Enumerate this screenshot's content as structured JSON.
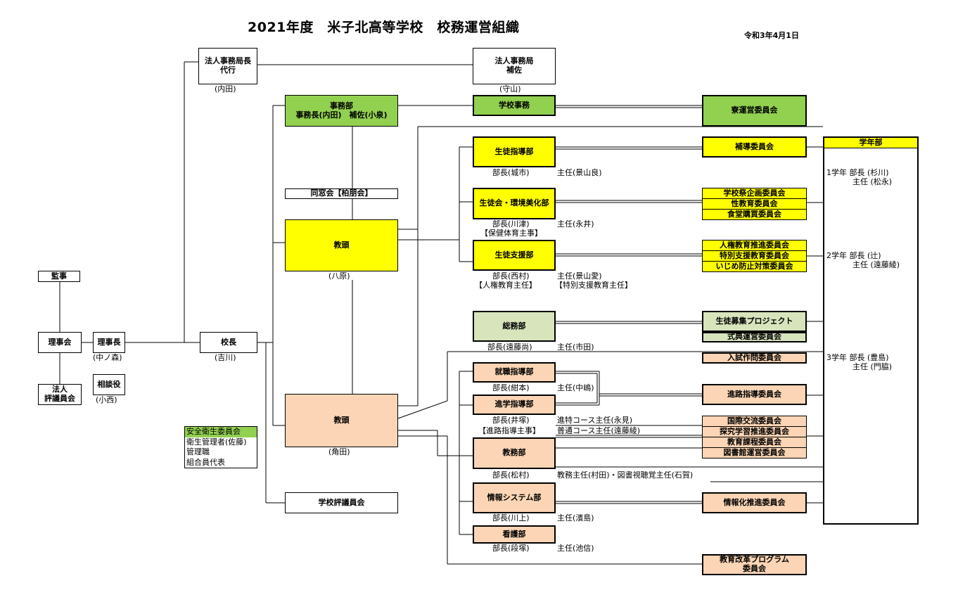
{
  "title": "2021年度　米子北高等学校　校務運営組織",
  "date": "令和3年4月1日",
  "colors": {
    "green": "#92d050",
    "yellow": "#ffff00",
    "peach": "#fbd5b5",
    "sage": "#d8e4bc"
  },
  "left": {
    "kanji": "監事",
    "rijikai": "理事会",
    "rijicho": "理事長",
    "rijicho_name": "(中ノ森)",
    "hyogiin": "法人\n評議員会",
    "sodan": "相談役",
    "sodan_name": "(小西)"
  },
  "top": {
    "jimukyokucho": "法人事務局長\n代行",
    "jimukyokucho_name": "(内田)",
    "hosa": "法人事務局\n補佐",
    "hosa_name": "(守山)",
    "kocho": "校長",
    "kocho_name": "(吉川)"
  },
  "center": {
    "jimubu": "事務部\n事務長(内田)　補佐(小泉)",
    "dousoukai": "同窓会【柏朋会】",
    "kyoto1": "教頭",
    "kyoto1_name": "(八原)",
    "kyoto2": "教頭",
    "kyoto2_name": "(角田)",
    "hyogiinkai": "学校評議員会"
  },
  "legend": [
    "安全衛生委員会",
    "衛生管理者(佐藤)",
    "管理職",
    "組合員代表"
  ],
  "depts": {
    "gakko_jimu": "学校事務",
    "seito_shido": "生徒指導部",
    "seito_shido_bucho": "部長(城市)",
    "seito_shido_shunin": "主任(景山良)",
    "seitokai": "生徒会・環境美化部",
    "seitokai_bucho": "部長(川津)",
    "seitokai_sub": "【保健体育主事】",
    "seitokai_shunin": "主任(永井)",
    "shien": "生徒支援部",
    "shien_bucho": "部長(西村)",
    "shien_sub1": "【人権教育主任】",
    "shien_shunin": "主任(景山愛)",
    "shien_sub2": "【特別支援教育主任】",
    "somu": "総務部",
    "somu_bucho": "部長(遠藤尚)",
    "somu_shunin": "主任(市田)",
    "shushoku": "就職指導部",
    "shushoku_bucho": "部長(紺本)",
    "shushoku_shunin": "主任(中嶋)",
    "shingaku": "進学指導部",
    "shingaku_bucho": "部長(井塚)",
    "shingaku_sub": "【進路指導主事】",
    "shingaku_shunin1": "進特コース主任(永見)",
    "shingaku_shunin2": "普通コース主任(遠藤綾)",
    "kyomu": "教務部",
    "kyomu_bucho": "部長(松村)",
    "kyomu_shunin": "教務主任(村田)・図書視聴覚主任(石賀)",
    "joho": "情報システム部",
    "joho_bucho": "部長(川上)",
    "joho_shunin": "主任(濱島)",
    "kango": "看護部",
    "kango_bucho": "部長(段塚)",
    "kango_shunin": "主任(池信)"
  },
  "committees": {
    "ryo": "寮運営委員会",
    "hodo": "補導委員会",
    "group1": [
      "学校祭企画委員会",
      "性教育委員会",
      "食堂購買委員会"
    ],
    "group2": [
      "人権教育推進委員会",
      "特別支援教育委員会",
      "いじめ防止対策委員会"
    ],
    "boshu": "生徒募集プロジェクト",
    "shikiten": "式典運営委員会",
    "nyushi": "入試作問委員会",
    "shinro": "進路指導委員会",
    "group3": [
      "国際交流委員会",
      "探究学習推進委員会",
      "教育課程委員会",
      "図書館運営委員会"
    ],
    "johoka": "情報化推進委員会",
    "kaikaku": "教育改革プログラム\n委員会"
  },
  "grade": {
    "header": "学年部",
    "g1": "1学年 部長 (杉川)",
    "g1_shunin": "主任 (松永)",
    "g2": "2学年 部長 (辻)",
    "g2_shunin": "主任 (遠藤綾)",
    "g3": "3学年 部長 (豊島)",
    "g3_shunin": "主任 (門脇)"
  }
}
